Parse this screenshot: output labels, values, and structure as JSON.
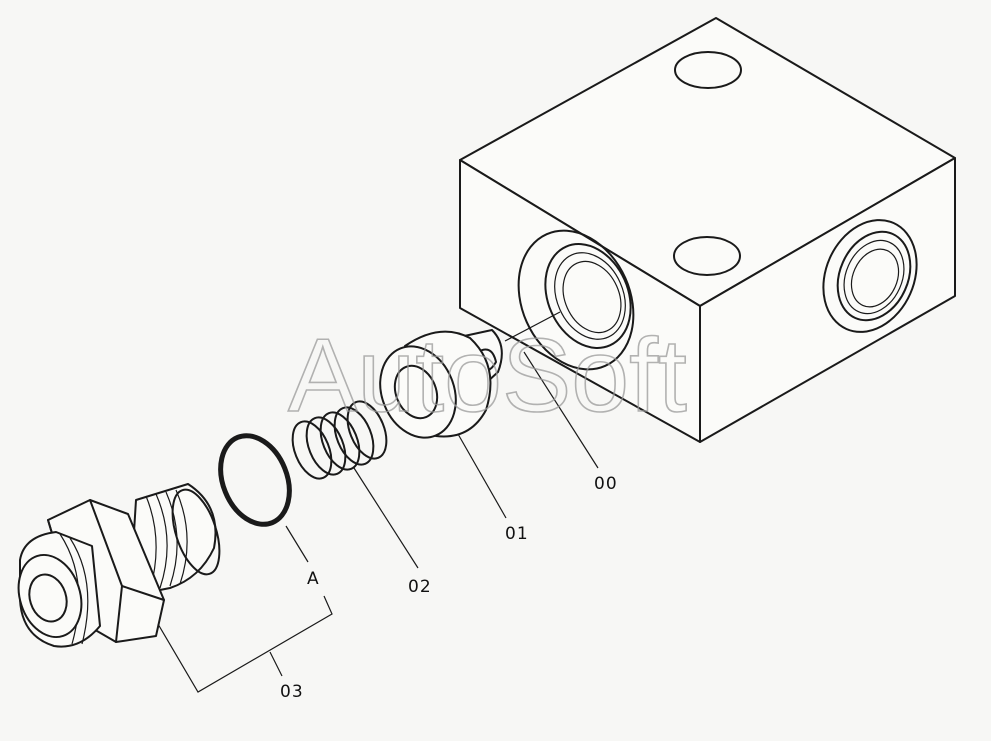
{
  "watermark": "AutoSoft",
  "callouts": {
    "body": "00",
    "poppet": "01",
    "spring": "02",
    "fitting": "03",
    "oring": "A"
  },
  "colors": {
    "line": "#1a1a1a",
    "background": "#f7f7f5",
    "watermark": "#9a9a9a"
  }
}
